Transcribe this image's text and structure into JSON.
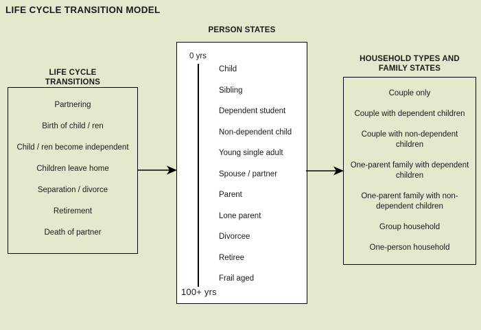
{
  "title": "LIFE CYCLE TRANSITION MODEL",
  "background_color": "#e4e8cd",
  "panel_background_color": "#ffffff",
  "line_color": "#000000",
  "columns": {
    "left": {
      "heading": "LIFE CYCLE\nTRANSITIONS",
      "heading_line1": "LIFE CYCLE",
      "heading_line2": "TRANSITIONS",
      "items": [
        "Partnering",
        "Birth of child / ren",
        "Child / ren become independent",
        "Children leave home",
        "Separation / divorce",
        "Retirement",
        "Death of partner"
      ]
    },
    "center": {
      "heading": "PERSON STATES",
      "age_start": "0 yrs",
      "age_end": "100+ yrs",
      "items": [
        "Child",
        "Sibling",
        "Dependent student",
        "Non-dependent child",
        "Young single adult",
        "Spouse / partner",
        "Parent",
        "Lone parent",
        "Divorcee",
        "Retiree",
        "Frail aged"
      ]
    },
    "right": {
      "heading": "HOUSEHOLD TYPES AND\nFAMILY STATES",
      "heading_line1": "HOUSEHOLD TYPES AND",
      "heading_line2": "FAMILY STATES",
      "items": [
        "Couple only",
        "Couple with dependent children",
        "Couple with non-dependent children",
        "One-parent family with dependent children",
        "One-parent family with non-dependent children",
        "Group household",
        "One-person household"
      ]
    }
  },
  "arrows": [
    {
      "name": "left-to-center",
      "direction": "right"
    },
    {
      "name": "center-to-right",
      "direction": "right"
    }
  ]
}
